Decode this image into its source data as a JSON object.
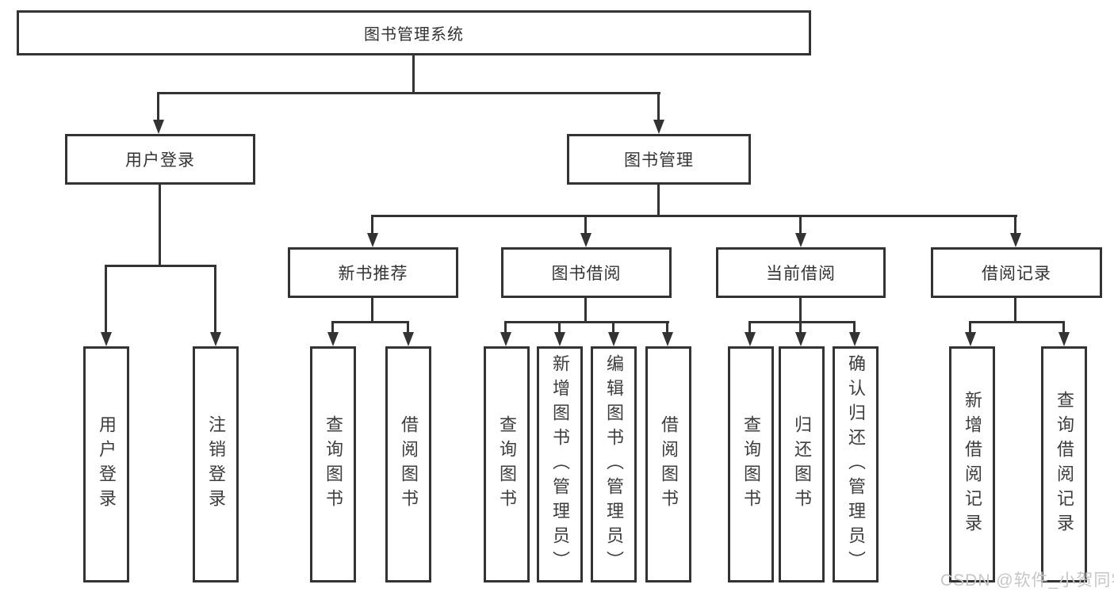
{
  "tree": {
    "root": {
      "label": "图书管理系统"
    },
    "branches": [
      {
        "label": "用户登录",
        "leaves": [
          {
            "label": "用户登录"
          },
          {
            "label": "注销登录"
          }
        ]
      },
      {
        "label": "图书管理",
        "groups": [
          {
            "label": "新书推荐",
            "leaves": [
              {
                "label": "查询图书"
              },
              {
                "label": "借阅图书"
              }
            ]
          },
          {
            "label": "图书借阅",
            "leaves": [
              {
                "label": "查询图书"
              },
              {
                "label": "新增图书（管理员）"
              },
              {
                "label": "编辑图书（管理员）"
              },
              {
                "label": "借阅图书"
              }
            ]
          },
          {
            "label": "当前借阅",
            "leaves": [
              {
                "label": "查询图书"
              },
              {
                "label": "归还图书"
              },
              {
                "label": "确认归还（管理员）"
              }
            ]
          },
          {
            "label": "借阅记录",
            "leaves": [
              {
                "label": "新增借阅记录"
              },
              {
                "label": "查询借阅记录"
              }
            ]
          }
        ]
      }
    ]
  },
  "watermark": {
    "text": "CSDN @软件_小贺同学"
  },
  "colors": {
    "line": "#333333",
    "text": "#333333",
    "watermark": "#c6c6c6",
    "background": "#ffffff"
  }
}
